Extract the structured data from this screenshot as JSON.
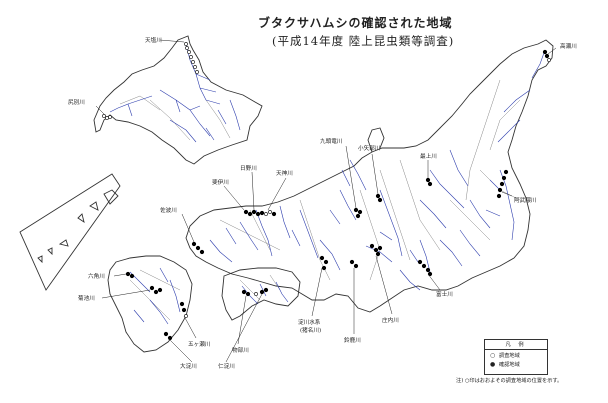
{
  "title": "ブタクサハムシの確認された地域",
  "subtitle": "(平成14年度 陸上昆虫類等調査)",
  "rivers": [
    {
      "key": "tenshio",
      "name": "天塩川"
    },
    {
      "key": "shiribetsu",
      "name": "尻別川"
    },
    {
      "key": "takase",
      "name": "高瀬川"
    },
    {
      "key": "mogami",
      "name": "最上川"
    },
    {
      "key": "abukuma",
      "name": "阿武隈川"
    },
    {
      "key": "kuzuryu",
      "name": "九頭竜川"
    },
    {
      "key": "onyu",
      "name": "小矢部川"
    },
    {
      "key": "tenjin",
      "name": "天神川"
    },
    {
      "key": "hino",
      "name": "日野川"
    },
    {
      "key": "hii",
      "name": "斐伊川"
    },
    {
      "key": "sabe",
      "name": "佐波川"
    },
    {
      "key": "rokkaku",
      "name": "六角川"
    },
    {
      "key": "kikuchi",
      "name": "菊池川"
    },
    {
      "key": "gokase",
      "name": "五ヶ瀬川"
    },
    {
      "key": "oyodo",
      "name": "大淀川"
    },
    {
      "key": "monobe",
      "name": "物部川"
    },
    {
      "key": "niyodo",
      "name": "仁淀川"
    },
    {
      "key": "yodo",
      "name": "淀川水系\n(猪名川)"
    },
    {
      "key": "suzuka",
      "name": "鈴鹿川"
    },
    {
      "key": "shonai",
      "name": "庄内川"
    },
    {
      "key": "fuji",
      "name": "富士川"
    }
  ],
  "legend": {
    "title": "凡 例",
    "items": [
      {
        "symbol": "○",
        "label": "調査地域"
      },
      {
        "symbol": "●",
        "label": "確認地域"
      }
    ]
  },
  "note": "注) ○印はおおよその調査地域の位置を示す。",
  "colors": {
    "coast": "#333333",
    "river": "#2f3fae",
    "prefecture": "#888888",
    "confirmed": "#000000",
    "surveyed": "#ffffff"
  }
}
